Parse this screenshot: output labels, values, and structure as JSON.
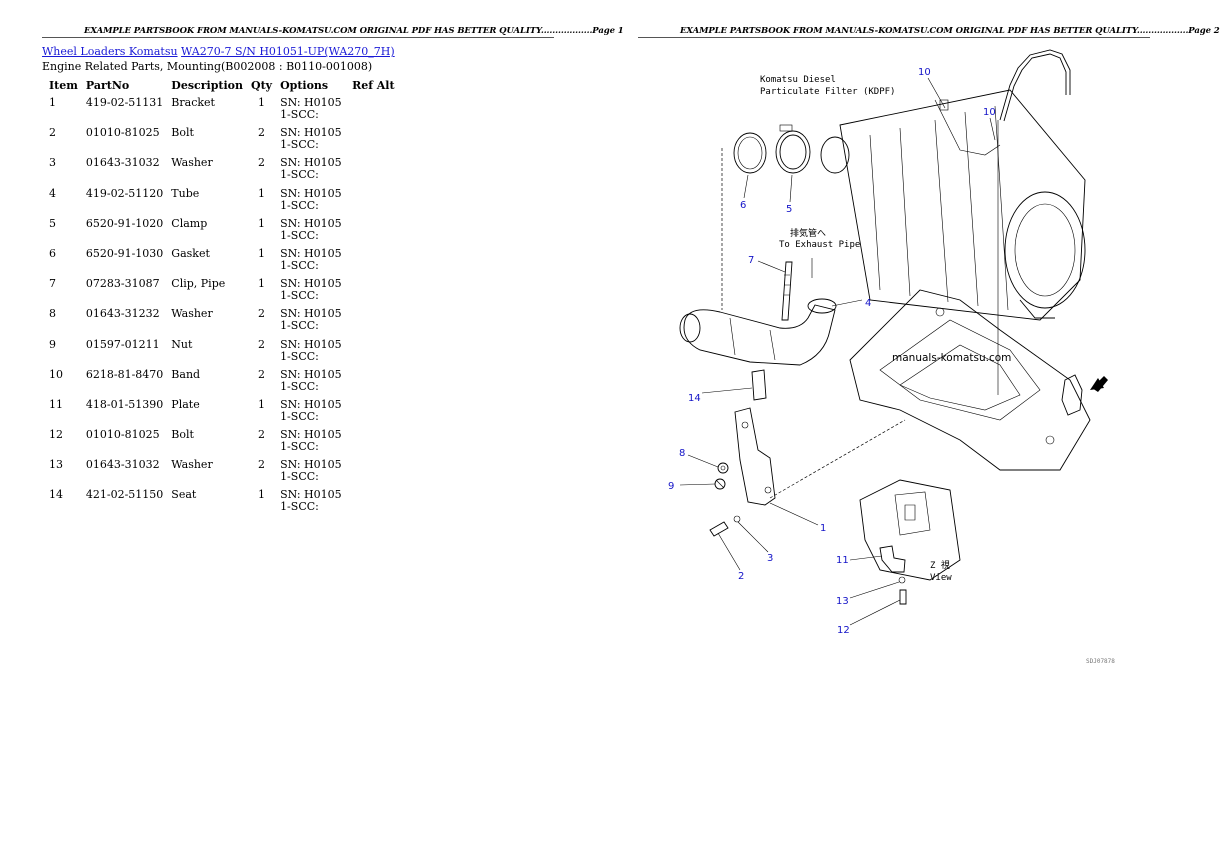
{
  "header": {
    "banner_left": "EXAMPLE PARTSBOOK FROM MANUALS-KOMATSU.COM ORIGINAL PDF HAS BETTER QUALITY..................Page 1",
    "banner_right": "EXAMPLE PARTSBOOK FROM MANUALS-KOMATSU.COM ORIGINAL PDF HAS BETTER QUALITY..................Page 2"
  },
  "breadcrumb": {
    "link1": "Wheel Loaders Komatsu",
    "link2": "WA270-7 S/N H01051-UP(WA270_7H)"
  },
  "section_title": "Engine Related Parts, Mounting(B002008 : B0110-001008)",
  "table": {
    "headers": [
      "Item",
      "PartNo",
      "Description",
      "Qty",
      "Options",
      "Ref Alt"
    ],
    "rows": [
      {
        "item": "1",
        "part": "419-02-51131",
        "desc": "Bracket",
        "qty": "1",
        "opt": "SN: H01051-SCC:"
      },
      {
        "item": "2",
        "part": "01010-81025",
        "desc": "Bolt",
        "qty": "2",
        "opt": "SN: H01051-SCC:"
      },
      {
        "item": "3",
        "part": "01643-31032",
        "desc": "Washer",
        "qty": "2",
        "opt": "SN: H01051-SCC:"
      },
      {
        "item": "4",
        "part": "419-02-51120",
        "desc": "Tube",
        "qty": "1",
        "opt": "SN: H01051-SCC:"
      },
      {
        "item": "5",
        "part": "6520-91-1020",
        "desc": "Clamp",
        "qty": "1",
        "opt": "SN: H01051-SCC:"
      },
      {
        "item": "6",
        "part": "6520-91-1030",
        "desc": "Gasket",
        "qty": "1",
        "opt": "SN: H01051-SCC:"
      },
      {
        "item": "7",
        "part": "07283-31087",
        "desc": "Clip, Pipe",
        "qty": "1",
        "opt": "SN: H01051-SCC:"
      },
      {
        "item": "8",
        "part": "01643-31232",
        "desc": "Washer",
        "qty": "2",
        "opt": "SN: H01051-SCC:"
      },
      {
        "item": "9",
        "part": "01597-01211",
        "desc": "Nut",
        "qty": "2",
        "opt": "SN: H01051-SCC:"
      },
      {
        "item": "10",
        "part": "6218-81-8470",
        "desc": "Band",
        "qty": "2",
        "opt": "SN: H01051-SCC:"
      },
      {
        "item": "11",
        "part": "418-01-51390",
        "desc": "Plate",
        "qty": "1",
        "opt": "SN: H01051-SCC:"
      },
      {
        "item": "12",
        "part": "01010-81025",
        "desc": "Bolt",
        "qty": "2",
        "opt": "SN: H01051-SCC:"
      },
      {
        "item": "13",
        "part": "01643-31032",
        "desc": "Washer",
        "qty": "2",
        "opt": "SN: H01051-SCC:"
      },
      {
        "item": "14",
        "part": "421-02-51150",
        "desc": "Seat",
        "qty": "1",
        "opt": "SN: H01051-SCC:"
      }
    ]
  },
  "diagram": {
    "note_kdpf_line1": "Komatsu Diesel",
    "note_kdpf_line2": "Particulate Filter (KDPF)",
    "note_exhaust_jp": "排気管へ",
    "note_exhaust": "To Exhaust Pipe",
    "note_view_jp": "Z  視",
    "note_view": "View",
    "watermark": "manuals-komatsu.com",
    "drawing_code": "SDJ07878",
    "callouts": [
      "10",
      "10",
      "6",
      "5",
      "7",
      "4",
      "14",
      "8",
      "9",
      "1",
      "3",
      "2",
      "11",
      "13",
      "12"
    ]
  }
}
